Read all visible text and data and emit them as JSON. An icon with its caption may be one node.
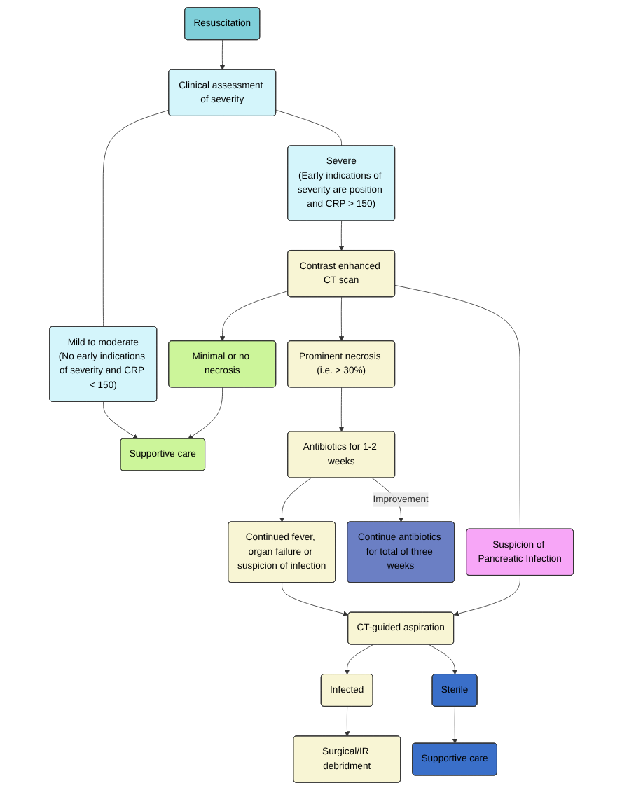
{
  "diagram": {
    "nodes": [
      {
        "text": [
          "Resuscitation"
        ]
      },
      {
        "text": [
          "Clinical assessment of severity"
        ]
      },
      {
        "text": [
          "Severe",
          "(Early indications of severity are position and CRP > 150)"
        ]
      },
      {
        "text": [
          "Mild to moderate",
          "(No early indications of severity and CRP < 150)"
        ]
      },
      {
        "text": [
          "Contrast enhanced CT scan"
        ]
      },
      {
        "text": [
          "Minimal or no necrosis"
        ]
      },
      {
        "text": [
          "Supportive care"
        ]
      },
      {
        "text": [
          "Suspicion of Pancreatic Infection"
        ]
      },
      {
        "text": [
          "Prominent necrosis (i.e. > 30%)"
        ]
      },
      {
        "text": [
          "Antibiotics for 1-2 weeks"
        ]
      },
      {
        "text": [
          "Continue antibiotics for total of three weeks"
        ]
      },
      {
        "text": [
          "Continued fever, organ failure or suspicion of infection"
        ]
      },
      {
        "text": [
          "CT-guided aspiration"
        ]
      },
      {
        "text": [
          "Infected"
        ]
      },
      {
        "text": [
          "Sterile"
        ]
      },
      {
        "text": [
          "Surgical/IR debridment"
        ]
      },
      {
        "text": [
          "Supportive care"
        ]
      }
    ],
    "edges": [
      {
        "from": 0,
        "to": 1,
        "arrow": "to"
      },
      {
        "from": 1,
        "to": 2,
        "arrow": "none"
      },
      {
        "from": 1,
        "to": 3,
        "arrow": "none"
      },
      {
        "from": 2,
        "to": 4,
        "arrow": "to"
      },
      {
        "from": 3,
        "to": 6,
        "arrow": "to"
      },
      {
        "from": 4,
        "to": 5,
        "arrow": "to"
      },
      {
        "from": 5,
        "to": 6,
        "arrow": "to"
      },
      {
        "from": 4,
        "to": 7,
        "arrow": "none"
      },
      {
        "from": 4,
        "to": 8,
        "arrow": "to"
      },
      {
        "from": 8,
        "to": 9,
        "arrow": "to"
      },
      {
        "from": 9,
        "to": 10,
        "label": "Improvement",
        "arrow": "to"
      },
      {
        "from": 9,
        "to": 11,
        "arrow": "to"
      },
      {
        "from": 11,
        "to": 12,
        "arrow": "to"
      },
      {
        "from": 7,
        "to": 12,
        "arrow": "to"
      },
      {
        "from": 12,
        "to": 13,
        "arrow": "to"
      },
      {
        "from": 12,
        "to": 14,
        "arrow": "to"
      },
      {
        "from": 13,
        "to": 15,
        "arrow": "to"
      },
      {
        "from": 14,
        "to": 16,
        "arrow": "to"
      }
    ]
  }
}
